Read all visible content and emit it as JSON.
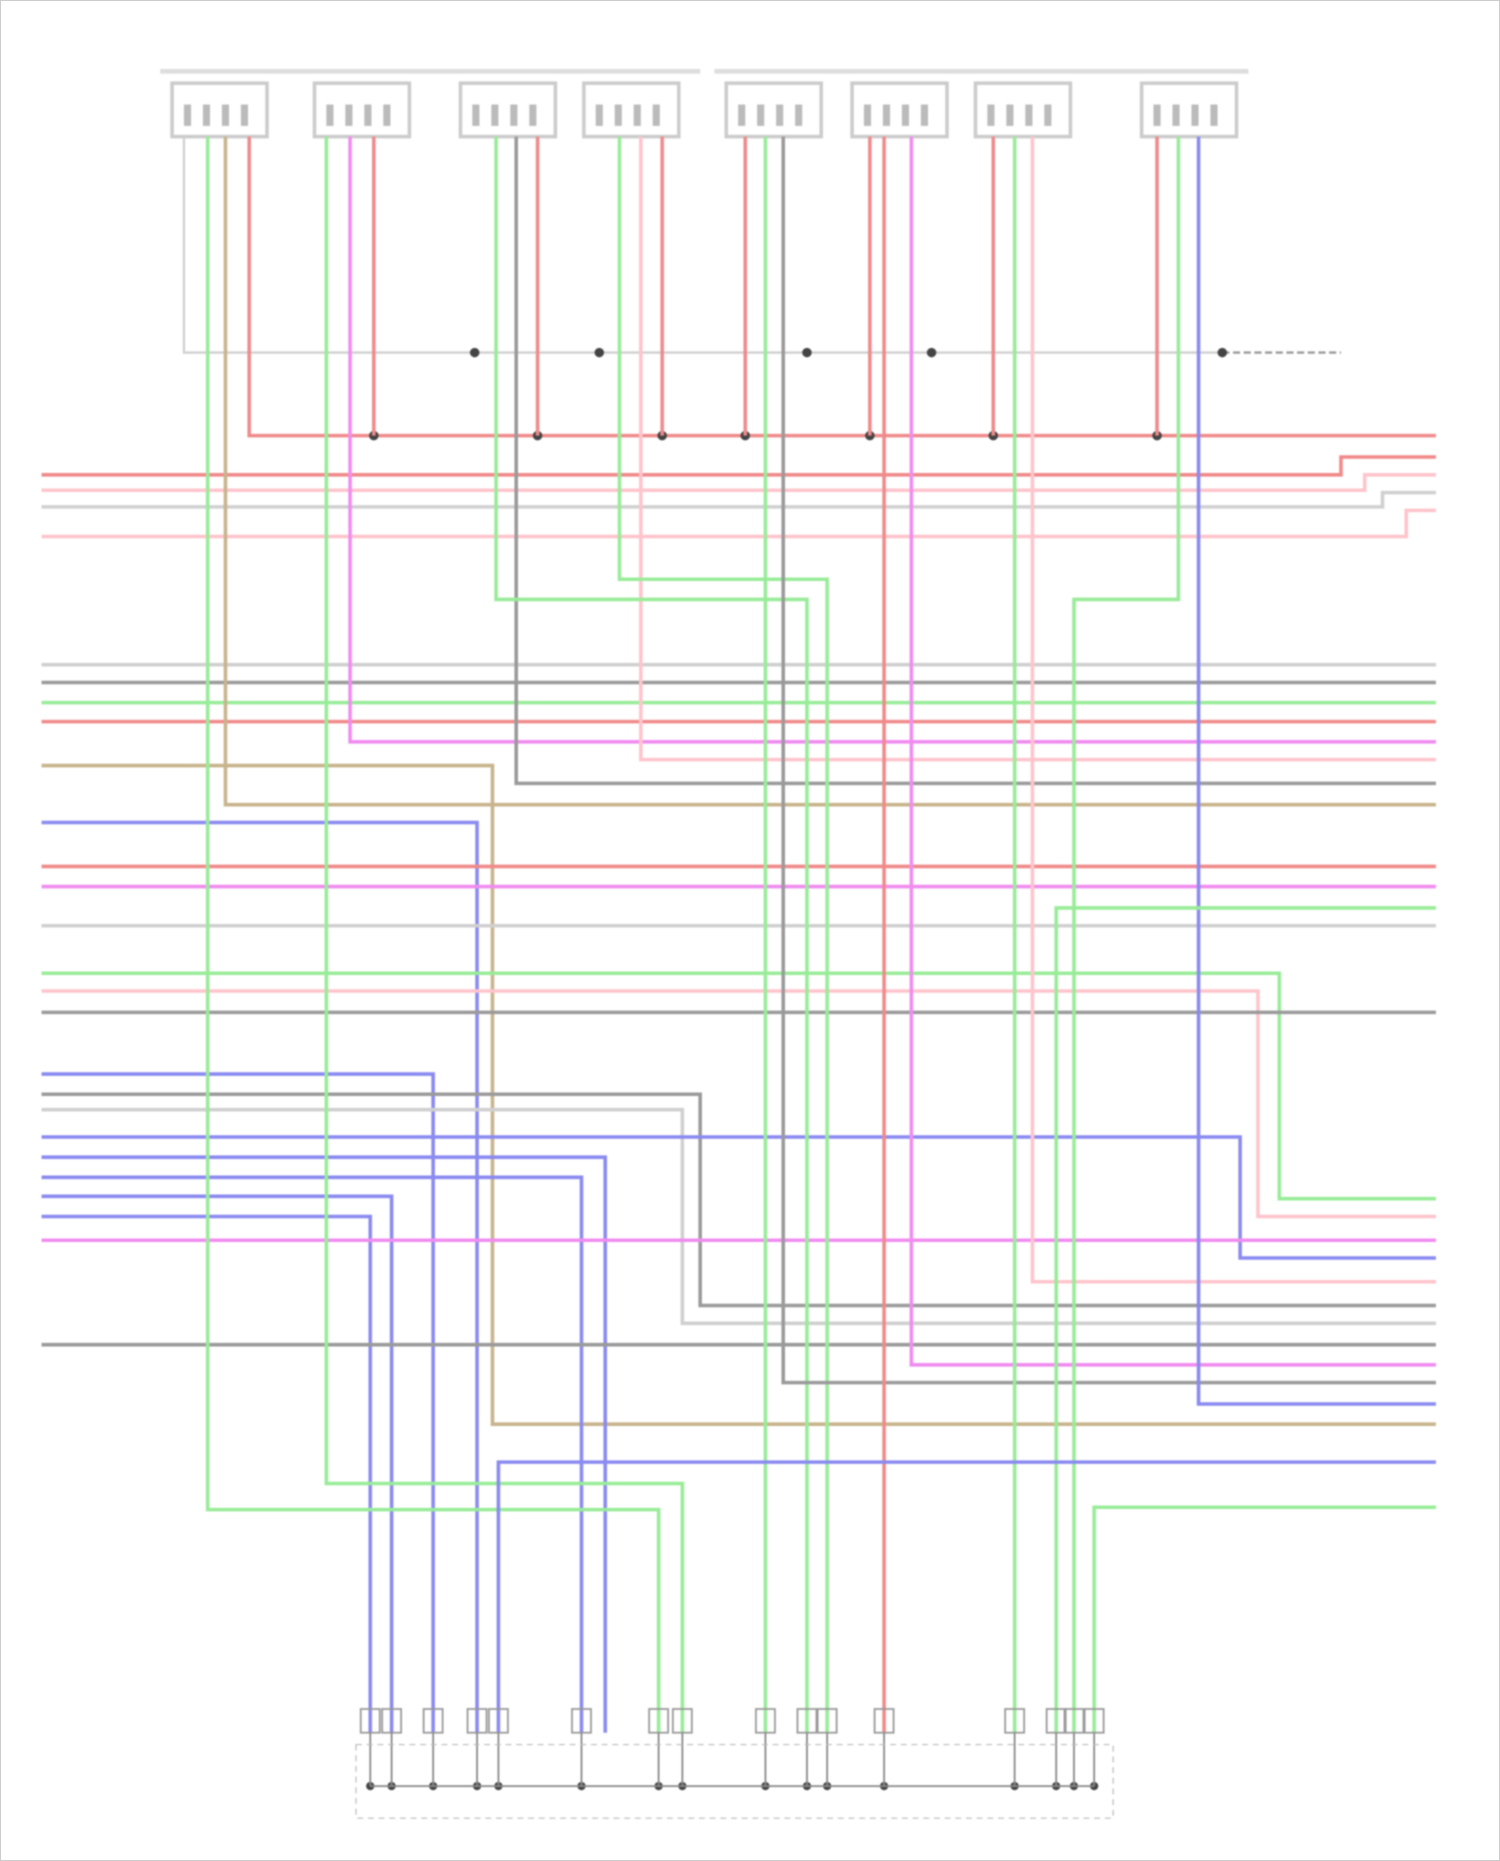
{
  "diagram": {
    "wire_colors": {
      "red": "#f08a8a",
      "green": "#98ec98",
      "magenta": "#f08cf0",
      "blue": "#8a8af0",
      "grey": "#9a9a9a",
      "pink": "#ffc4cc",
      "brown": "#c8b48c",
      "light_grey": "#d0d0d0"
    },
    "top_connector_groups": 2,
    "top_connectors": 8,
    "bottom_connectors": 16
  }
}
